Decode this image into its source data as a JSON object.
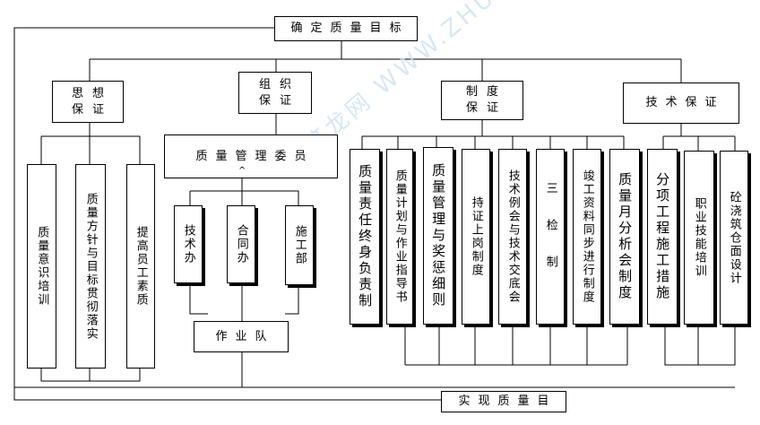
{
  "title": "确定质量目标",
  "footer": "实现质量目",
  "branches": {
    "thought": {
      "label": "思想\n保证",
      "children": [
        "质量意识培训",
        "质量方针与目标贯彻落实",
        "提高员工素质"
      ]
    },
    "organization": {
      "label": "组织\n保证",
      "committee": "质量管理委员",
      "caret": "^",
      "departments": [
        "技术办",
        "合同办",
        "施工部"
      ],
      "team": "作业队"
    },
    "system": {
      "label": "制度\n保证",
      "children": [
        "质量责任终身负责制",
        "质量计划与作业指导书",
        "质量管理与奖惩细则",
        "持证上岗制度",
        "技术例会与技术交底会",
        "三检制",
        "竣工资料同步进行制度",
        "质量月分析会制度"
      ]
    },
    "technical": {
      "label": "技术保证",
      "children": [
        "分项工程施工措施",
        "职业技能培训",
        "砼浇筑仓面设计"
      ]
    }
  },
  "watermark": "筑龙网 WWW.ZHULONG.COM"
}
